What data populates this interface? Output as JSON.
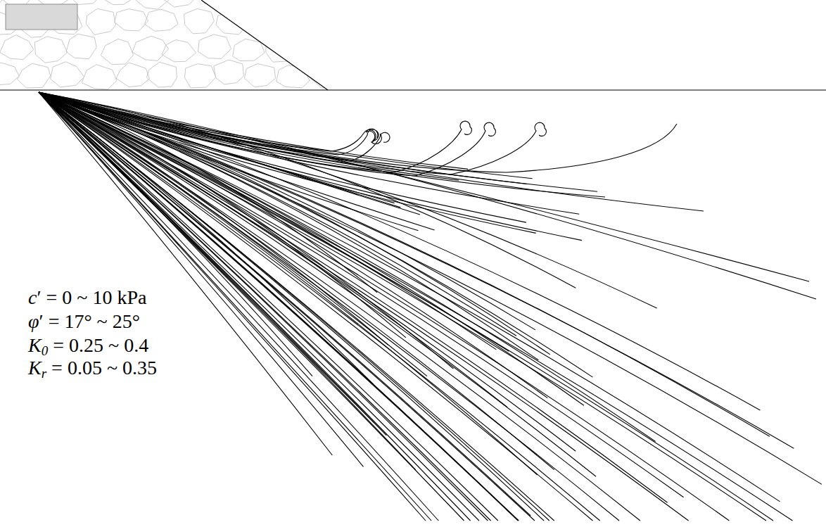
{
  "diagram": {
    "labels": [
      "c′ = 0 ~ 10 kPa",
      "φ′ = 17° ~ 25°",
      "K0 = 0.25 ~ 0.4",
      "Kr = 0.05 ~ 0.35"
    ]
  }
}
